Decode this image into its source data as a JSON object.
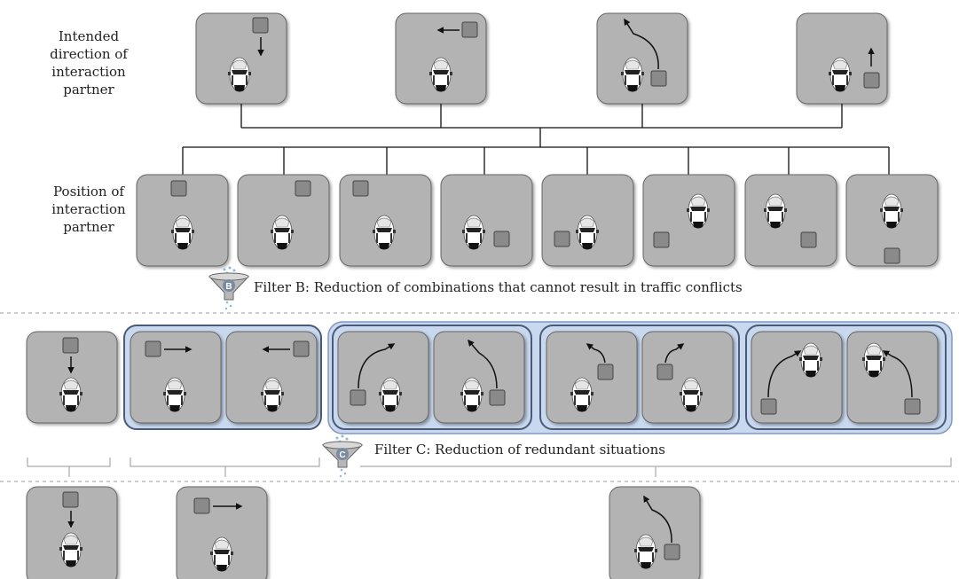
{
  "row_labels": {
    "direction": [
      "Intended",
      "direction of",
      "interaction",
      "partner"
    ],
    "position": [
      "Position of",
      "interaction",
      "partner"
    ]
  },
  "filters": {
    "b": {
      "icon_letter": "B",
      "text": "Filter B: Reduction of combinations that cannot result in traffic conflicts"
    },
    "c": {
      "icon_letter": "C",
      "text": "Filter C: Reduction of redundant situations"
    }
  },
  "colors": {
    "tile": "#b3b3b3",
    "tile_border": "#666666",
    "partner_box": "#8a8a8a",
    "group_glow": "#c8d8ee",
    "group_border": "#4a5a78",
    "divider": "#9a9a9a",
    "filter_dots": "#8fb8e0"
  },
  "icons": [
    "ego-car-icon",
    "partner-vehicle-icon",
    "direction-arrow-icon",
    "filter-funnel-icon"
  ]
}
